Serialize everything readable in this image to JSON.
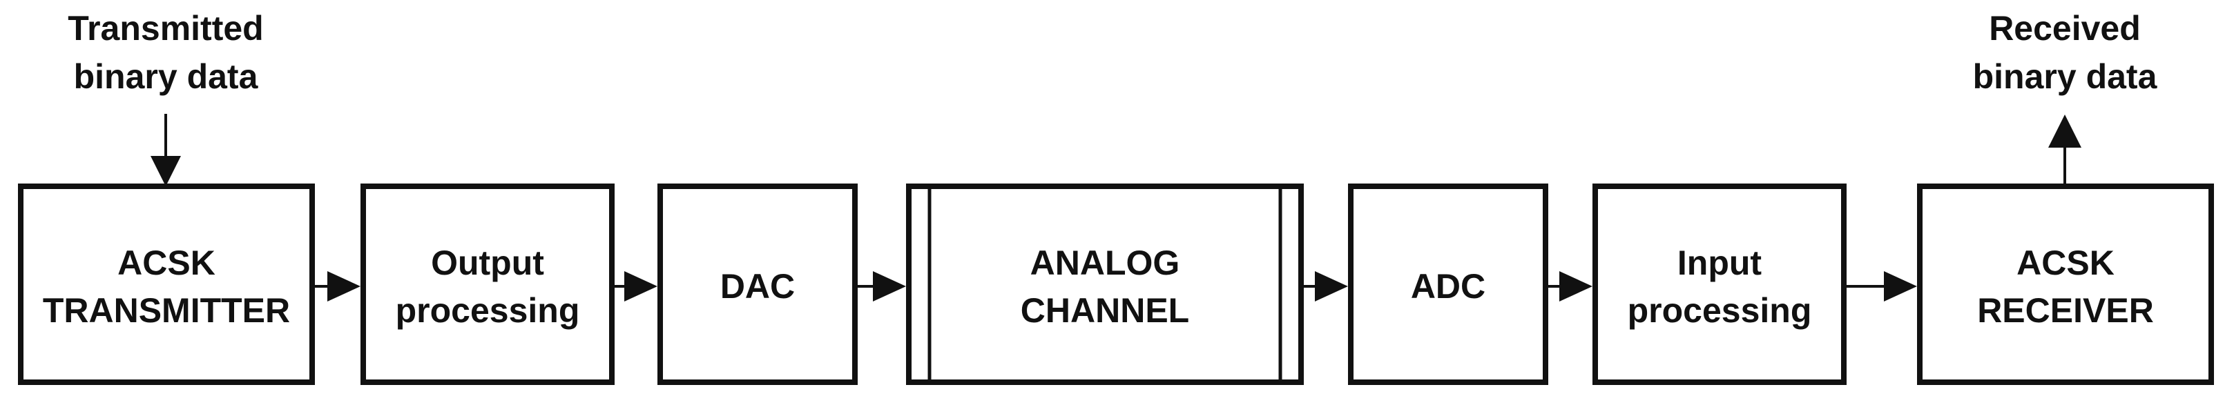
{
  "input_label": {
    "line1": "Transmitted",
    "line2": "binary data"
  },
  "output_label": {
    "line1": "Received",
    "line2": "binary data"
  },
  "blocks": {
    "acsk_transmitter": {
      "line1": "ACSK",
      "line2": "TRANSMITTER"
    },
    "output_processing": {
      "line1": "Output",
      "line2": "processing"
    },
    "dac": {
      "line1": "DAC"
    },
    "analog_channel": {
      "line1": "ANALOG",
      "line2": "CHANNEL"
    },
    "adc": {
      "line1": "ADC"
    },
    "input_processing": {
      "line1": "Input",
      "line2": "processing"
    },
    "acsk_receiver": {
      "line1": "ACSK",
      "line2": "RECEIVER"
    }
  },
  "colors": {
    "stroke": "#111111",
    "background": "#ffffff"
  }
}
